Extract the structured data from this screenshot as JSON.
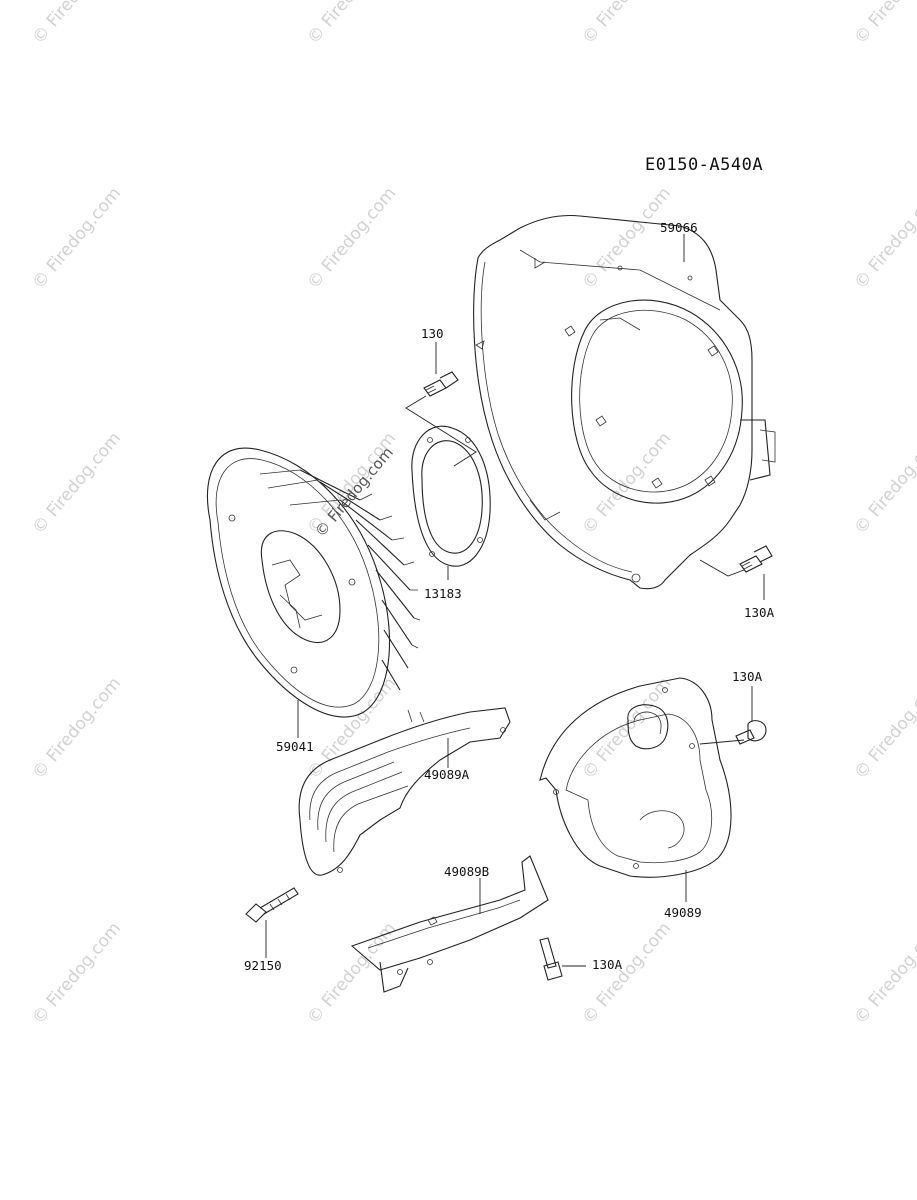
{
  "diagram": {
    "reference_code": "E0150-A540A",
    "watermark_text": "© Firedog.com",
    "parts": [
      {
        "id": "p59066",
        "number": "59066"
      },
      {
        "id": "p130",
        "number": "130"
      },
      {
        "id": "p13183",
        "number": "13183"
      },
      {
        "id": "p130A_top",
        "number": "130A"
      },
      {
        "id": "p59041",
        "number": "59041"
      },
      {
        "id": "p130A_mid",
        "number": "130A"
      },
      {
        "id": "p49089A",
        "number": "49089A"
      },
      {
        "id": "p49089B",
        "number": "49089B"
      },
      {
        "id": "p49089",
        "number": "49089"
      },
      {
        "id": "p92150",
        "number": "92150"
      },
      {
        "id": "p130A_bot",
        "number": "130A"
      }
    ]
  }
}
